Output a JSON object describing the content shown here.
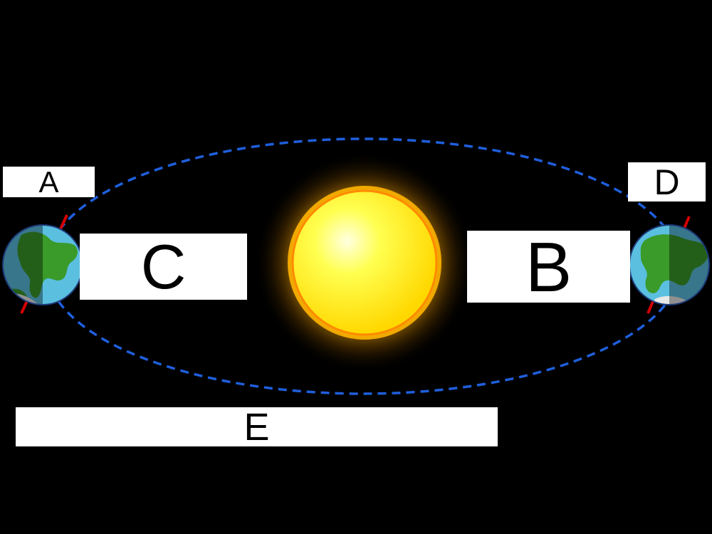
{
  "labels": {
    "a": "A",
    "b": "B",
    "c": "C",
    "d": "D",
    "e": "E"
  },
  "colors": {
    "background": "#000000",
    "orbit": "#1f5fdc",
    "sun_core": "#ffff3a",
    "sun_rim": "#ff9a00",
    "ocean": "#5bbfe0",
    "land": "#3a9a2a",
    "axis": "#d40000",
    "label_box": "#ffffff"
  },
  "icons": {
    "sun": "sun-icon",
    "earth_left": "earth-icon",
    "earth_right": "earth-icon"
  }
}
